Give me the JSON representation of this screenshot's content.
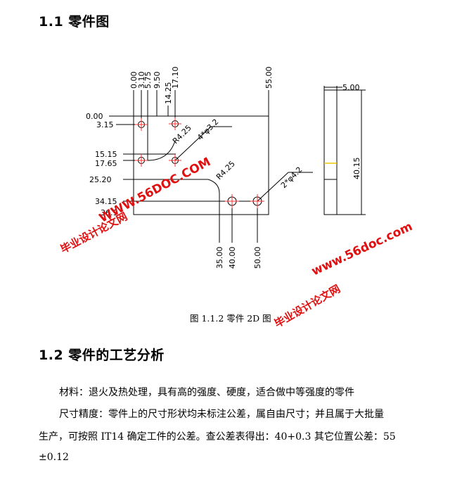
{
  "section1": {
    "title": "1.1 零件图"
  },
  "figure": {
    "caption": "图 1.1.2 零件 2D 图",
    "top_dims": [
      "0.00",
      "3.10",
      "5.75",
      "9.50",
      "14.25",
      "17.10",
      "55.00"
    ],
    "left_dims": [
      "0.00",
      "3.15",
      "15.15",
      "17.65",
      "25.20",
      "34.15",
      "36.9"
    ],
    "bottom_dims": [
      "35.00",
      "40.00",
      "50.00"
    ],
    "radius_labels": [
      "R4.25",
      "R4.25"
    ],
    "hole_labels": [
      "4*φ3.2",
      "2*φ4.2"
    ],
    "side_dims": [
      "5.00",
      "40.15"
    ]
  },
  "watermarks": {
    "site": "WWW.56DOC.COM",
    "site_lower": "www.56doc.com",
    "name": "毕业设计论文网",
    "color": "#e01010"
  },
  "section2": {
    "title": "1.2 零件的工艺分析",
    "lines": [
      "材料：退火及热处理，具有高的强度、硬度，适合做中等强度的零件",
      "尺寸精度：零件上的尺寸形状均未标注公差，属自由尺寸；并且属于大批量",
      "生产，可按照 IT14 确定工件的公差。查公差表得出：40+0.3   其它位置公差：55",
      "±0.12"
    ]
  }
}
